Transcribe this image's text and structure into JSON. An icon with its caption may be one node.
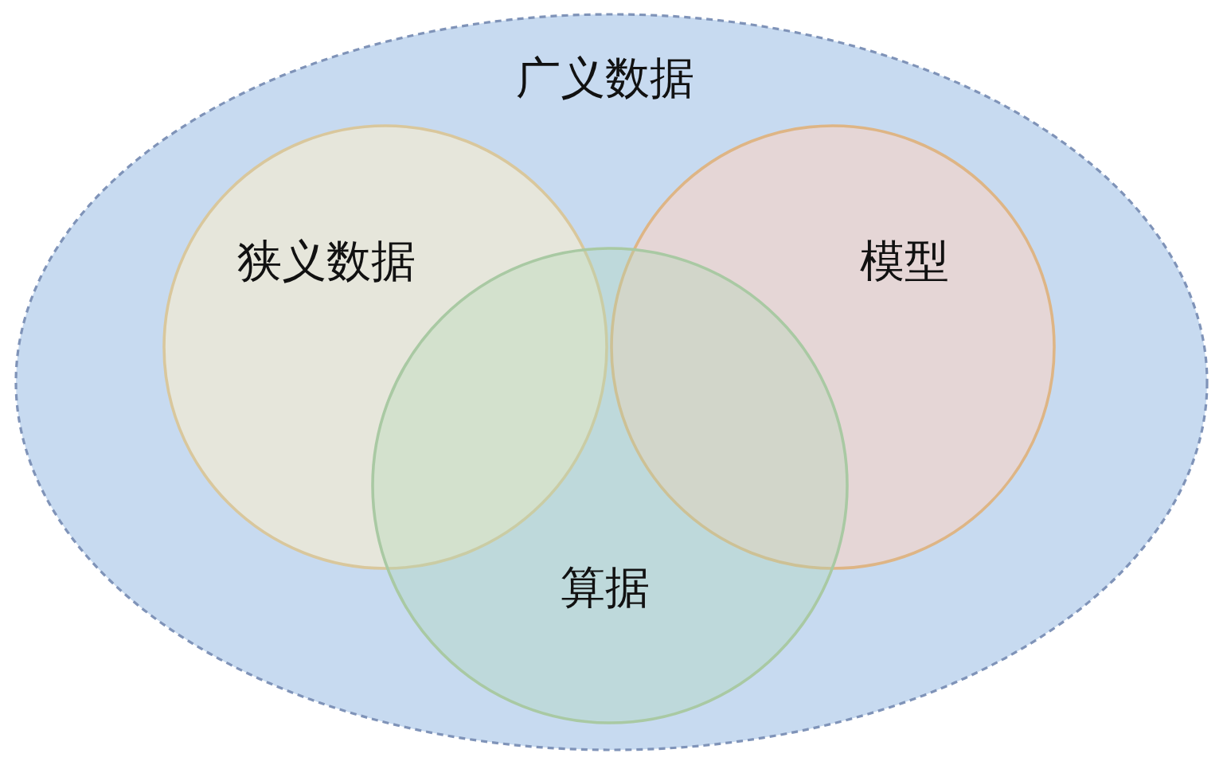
{
  "diagram": {
    "nodes": [
      {
        "text": [
          "广义数据"
        ]
      },
      {
        "text": [
          "狭义数据"
        ],
        "in": 0
      },
      {
        "text": [
          "模型"
        ],
        "in": 0
      },
      {
        "text": [
          "算据"
        ],
        "in": 0
      }
    ]
  }
}
